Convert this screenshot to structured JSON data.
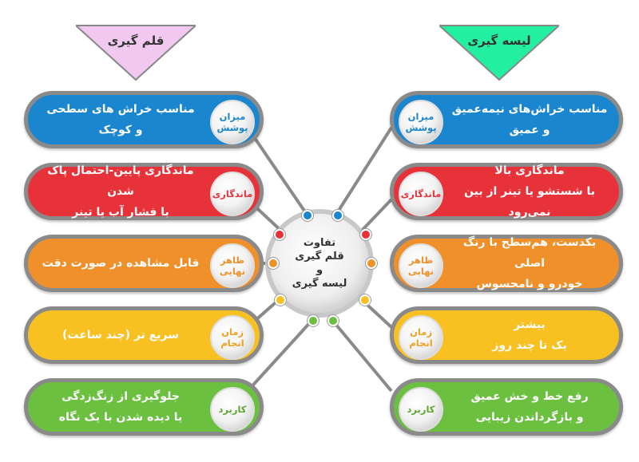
{
  "headers": {
    "left": "قلم گیری",
    "right": "لیسه گیری"
  },
  "center": {
    "line1": "تفاوت",
    "line2": "قلم گیری",
    "line3": "و",
    "line4": "لیسه گیری"
  },
  "rows": [
    {
      "color": "#1a86d0",
      "badge_color": "#1a86d0",
      "badge": [
        "میزان",
        "پوشش"
      ],
      "left": [
        "مناسب خراش های سطحی",
        "و کوچک"
      ],
      "right": [
        "مناسب خراش‌های  نیمه‌عمیق",
        "و عمیق"
      ]
    },
    {
      "color": "#e8323a",
      "badge_color": "#e8323a",
      "badge": [
        "ماندگاری",
        ""
      ],
      "left": [
        "ماندگاری پایین-احتمال پاک شدن",
        "با فشار آب یا تینر"
      ],
      "right": [
        "ماندگاری بالا",
        "با شستشو یا تینر از بین نمی‌رود"
      ]
    },
    {
      "color": "#f0902a",
      "badge_color": "#f0902a",
      "badge": [
        "ظاهر",
        "نهایی"
      ],
      "left": [
        "قابل مشاهده در صورت دقت",
        ""
      ],
      "right": [
        "یکدست، هم‌سطح با رنگ اصلی",
        "خودرو و نامحسوس"
      ]
    },
    {
      "color": "#f8c020",
      "badge_color": "#f0a020",
      "badge": [
        "زمان",
        "انجام"
      ],
      "left": [
        "سریع تر (چند ساعت)",
        ""
      ],
      "right": [
        "بیشتر",
        "یک تا چند روز"
      ]
    },
    {
      "color": "#6cc040",
      "badge_color": "#5aa830",
      "badge": [
        "کاربرد",
        ""
      ],
      "left": [
        "جلوگیری از زنگ‌زدگی",
        "یا دیده شدن با یک نگاه"
      ],
      "right": [
        "رفع خط و خش عمیق",
        "و بازگرداندن زیبایی"
      ]
    }
  ],
  "colors": {
    "left_header": "#f0c8f0",
    "right_header": "#22f0a0",
    "border": "#8a8a8a"
  }
}
